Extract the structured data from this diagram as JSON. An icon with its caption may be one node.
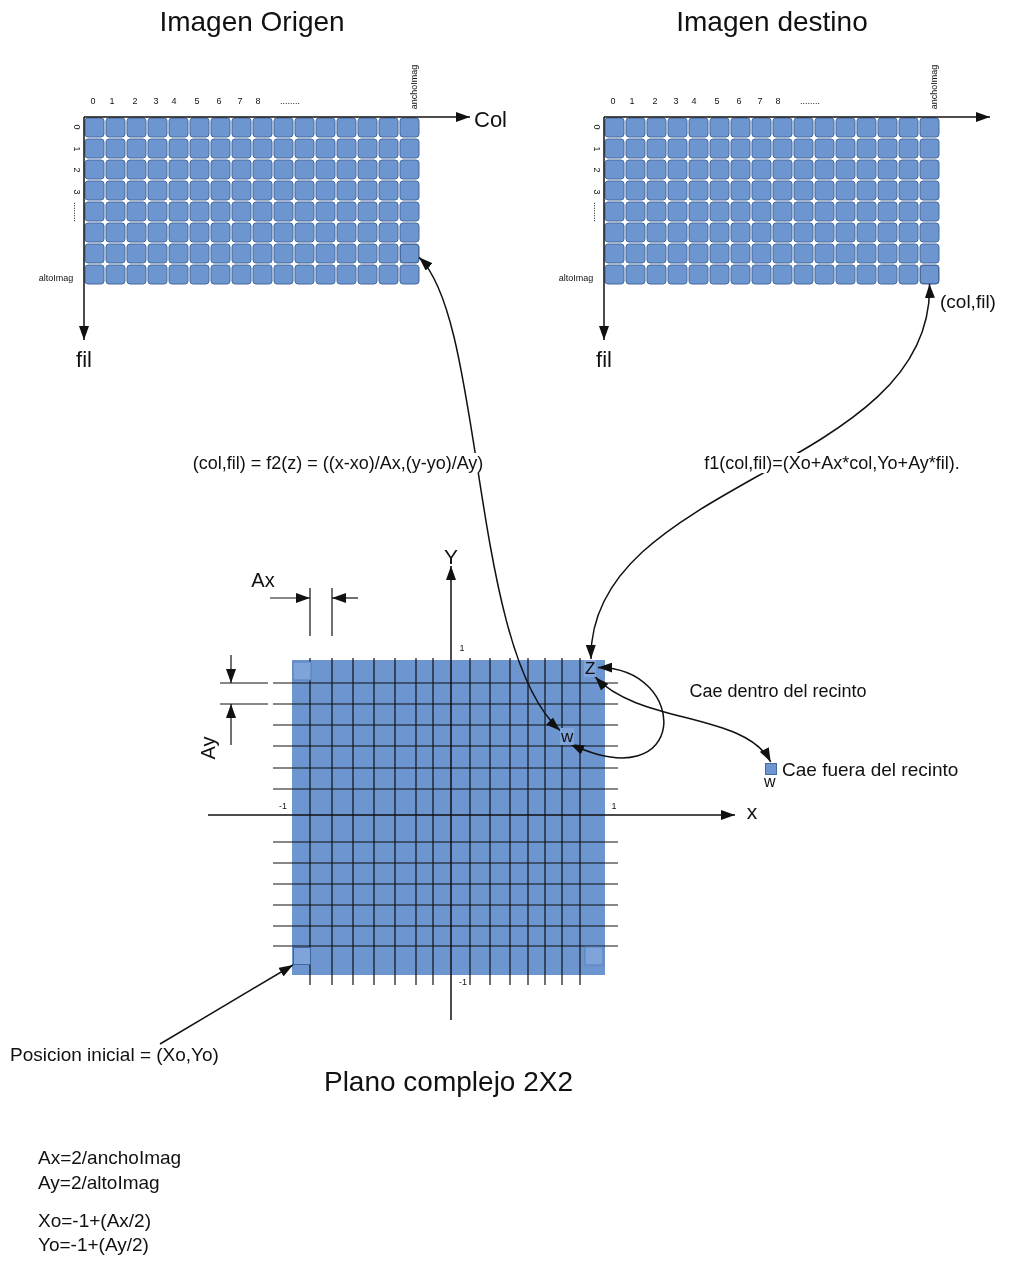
{
  "diagram": {
    "nodes": [
      {
        "text": [
          "Imagen Origen"
        ]
      },
      {
        "text": [],
        "shape": "box",
        "in": 0
      },
      {
        "text": [
          "Imagen destino"
        ]
      },
      {
        "text": [],
        "shape": "box",
        "in": 2,
        "beside": [
          "(col,fil)"
        ]
      },
      {
        "text": [
          "Plano complejo 2X2"
        ]
      },
      {
        "text": [
          "Z"
        ],
        "in": 4
      },
      {
        "text": [
          "w"
        ],
        "in": 4
      },
      {
        "text": [],
        "shape": "box",
        "in": 4
      },
      {
        "text": [
          "w"
        ],
        "beside": [
          "Cae fuera del recinto"
        ]
      },
      {
        "text": [
          "Posicion inicial = (Xo,Yo)"
        ]
      }
    ],
    "edges": [
      {
        "from": 6,
        "to": 1,
        "arrow": "both",
        "label": "(col,fil) = f2(z) = ((x-xo)/Ax,(y-yo)/Ay)"
      },
      {
        "from": 5,
        "to": 3,
        "arrow": "both",
        "label": "f1(col,fil)=(Xo+Ax*col,Yo+Ay*fil)."
      },
      {
        "from": 5,
        "to": 6,
        "arrow": "both",
        "label": "Cae dentro del recinto"
      },
      {
        "from": 5,
        "to": 8,
        "arrow": "both"
      },
      {
        "from": 9,
        "to": 7,
        "arrow": "to"
      }
    ],
    "labels": [
      "0",
      "1",
      "2",
      "3",
      "4",
      "5",
      "6",
      "7",
      "8",
      "........",
      "anchoImag",
      "Col",
      "0",
      "1",
      "2",
      "3",
      "........",
      "altoImag",
      "fil",
      "0",
      "1",
      "2",
      "3",
      "4",
      "5",
      "6",
      "7",
      "8",
      "........",
      "anchoImag",
      "0",
      "1",
      "2",
      "3",
      "........",
      "altoImag",
      "fil",
      "Ax",
      "Y",
      "1",
      "Ay",
      "-1",
      "1",
      "x",
      "-1",
      "Ax=2/anchoImag",
      "Ay=2/altoImag",
      "Xo=-1+(Ax/2)",
      "Yo=-1+(Ay/2)"
    ]
  }
}
